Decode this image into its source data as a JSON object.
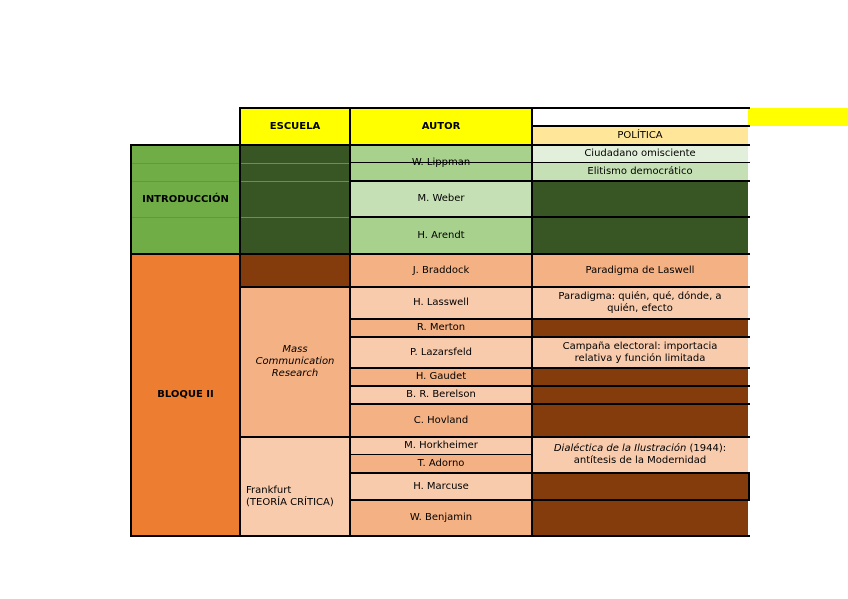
{
  "header": {
    "escuela": "ESCUELA",
    "autor": "AUTOR",
    "politica": "POLÍTICA"
  },
  "blocks": {
    "intro": "INTRODUCCIÓN",
    "bloque2": "BLOQUE II"
  },
  "schools": {
    "mcr_line1": "Mass",
    "mcr_line2": "Communication",
    "mcr_line3": "Research",
    "frankfurt_line1": "Frankfurt",
    "frankfurt_line2": "(TEORÍA CRÍTICA)"
  },
  "authors": {
    "lippman": "W. Lippman",
    "weber": "M. Weber",
    "arendt": "H. Arendt",
    "braddock": "J. Braddock",
    "lasswell": "H. Lasswell",
    "merton": "R. Merton",
    "lazarsfeld": "P. Lazarsfeld",
    "gaudet": "H. Gaudet",
    "berelson": "B. R. Berelson",
    "hovland": "C. Hovland",
    "horkheimer": "M. Horkheimer",
    "adorno": "T. Adorno",
    "marcuse": "H. Marcuse",
    "benjamin": "W. Benjamin"
  },
  "politica": {
    "omnisciente": "Ciudadano omisciente",
    "elitismo": "Elitismo democrático",
    "laswell_paradigm": "Paradigma de Laswell",
    "lasswell_l1": "Paradigma: quién, qué, dónde, a",
    "lasswell_l2": "quién, efecto",
    "lazarsfeld_l1": "Campaña electoral: importacia",
    "lazarsfeld_l2": "relativa y función limitada",
    "dialectica_title": "Dialéctica de la Ilustración",
    "dialectica_year": " (1944):",
    "dialectica_l2": "antítesis de la Modernidad"
  },
  "colors": {
    "yellow": "#ffff00",
    "pale_yellow": "#ffe699",
    "green_block": "#70ad47",
    "dark_green": "#375623",
    "green_light": "#a9d18e",
    "green_lighter": "#c5e0b4",
    "green_pale": "#e2efda",
    "orange_block": "#ed7d31",
    "brown": "#843c0c",
    "salmon": "#f4b183",
    "salmon_light": "#f8cbad"
  }
}
